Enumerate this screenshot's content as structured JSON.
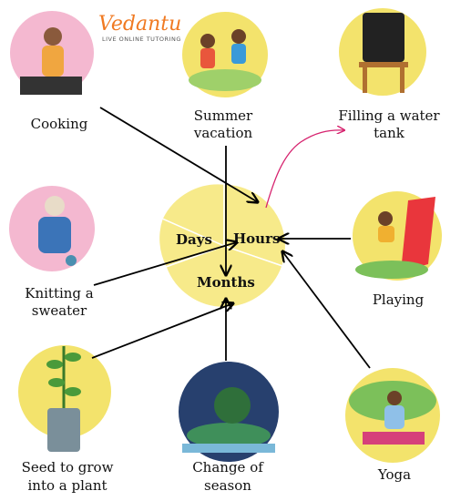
{
  "logo": {
    "name": "Vedantu",
    "tagline": "LIVE ONLINE TUTORING"
  },
  "center": {
    "days": "Days",
    "hours": "Hours",
    "months": "Months"
  },
  "activities": {
    "cooking": {
      "label": "Cooking"
    },
    "summer": {
      "line1": "Summer",
      "line2": "vacation"
    },
    "water": {
      "line1": "Filling a water",
      "line2": "tank"
    },
    "knitting": {
      "line1": "Knitting a",
      "line2": "sweater"
    },
    "playing": {
      "label": "Playing"
    },
    "seed": {
      "line1": "Seed to grow",
      "line2": "into a plant"
    },
    "season": {
      "line1": "Change of",
      "line2": "season"
    },
    "yoga": {
      "label": "Yoga"
    }
  },
  "colors": {
    "pie_fill": "#f7ea8a",
    "pie_stroke": "#ffffff",
    "arrow": "#000000",
    "dashed_arrow": "#d6226e",
    "pink_circle": "#f4b8d0",
    "yellow_circle": "#f3e36c",
    "logo_orange": "#f07a22"
  }
}
